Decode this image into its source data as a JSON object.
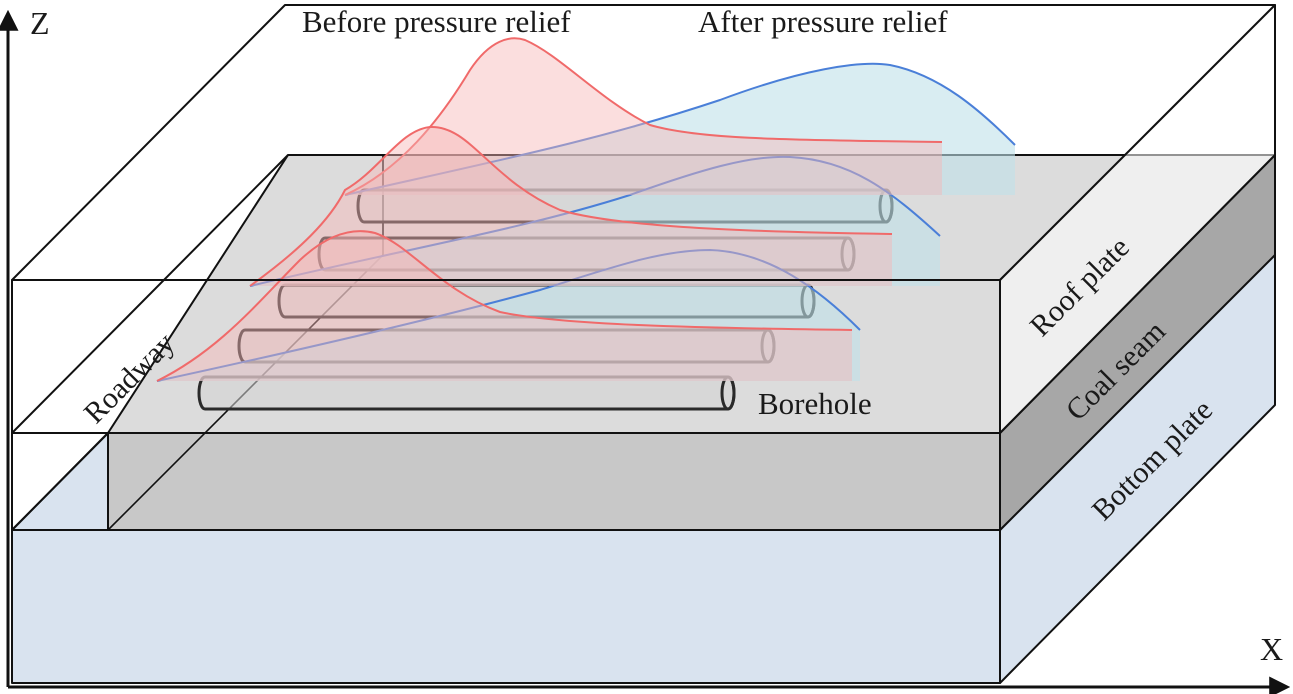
{
  "labels": {
    "axis_z": "Z",
    "axis_x": "X",
    "before": "Before pressure relief",
    "after": "After pressure relief",
    "roadway": "Roadway",
    "roof_plate": "Roof plate",
    "coal_seam": "Coal seam",
    "bottom_plate": "Bottom plate",
    "borehole": "Borehole"
  },
  "colors": {
    "before_curve": "#f06a6a",
    "before_fill": "#f7b5b5",
    "after_curve": "#4a7fd8",
    "after_fill": "#bfe1ea",
    "coal_top": "#dcdcdc",
    "coal_front": "#c8c8c8",
    "coal_side": "#a7a7a7",
    "bottom": "#d9e3ef"
  }
}
